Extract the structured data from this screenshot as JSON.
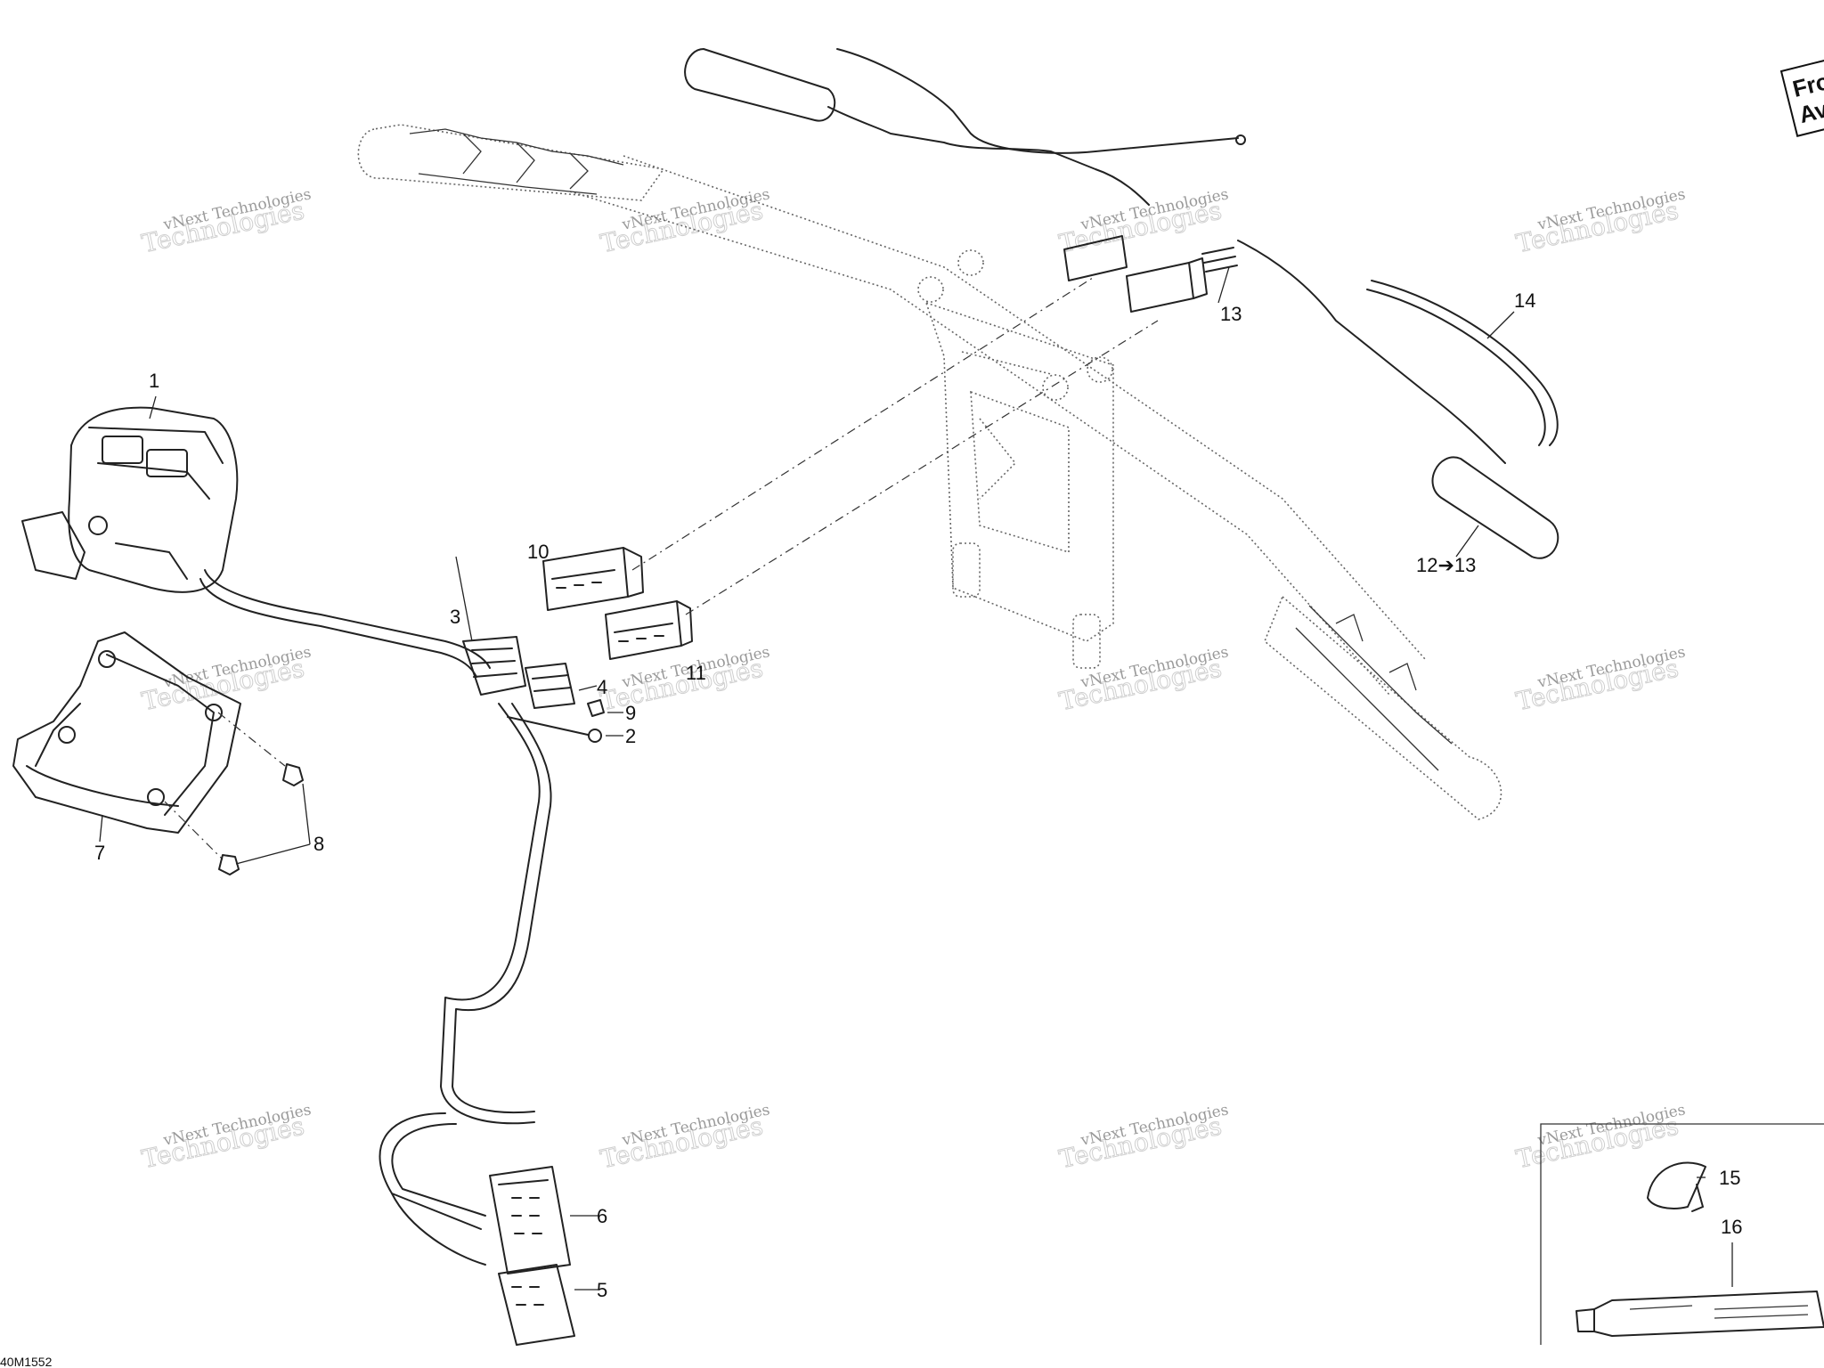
{
  "diagram": {
    "callouts": [
      "1",
      "2",
      "3",
      "4",
      "5",
      "6",
      "7",
      "8",
      "9",
      "10",
      "11",
      "13",
      "14",
      "12➔13",
      "15",
      "16"
    ],
    "front_label": [
      "Front",
      "Avant"
    ],
    "drawing_code": "40M1552",
    "watermark": {
      "line1": "vNext Technologies",
      "line2": "Technologies"
    }
  }
}
